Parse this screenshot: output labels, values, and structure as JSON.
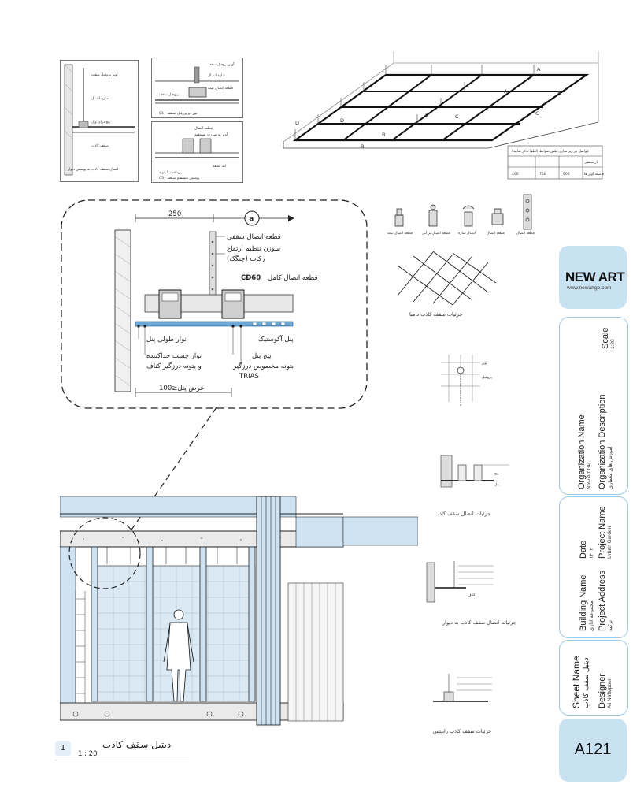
{
  "detail_a": {
    "dimension_top": "250",
    "section_marker": "a",
    "profile": "CD60",
    "dimension_bottom": "100≥عرض پنل",
    "labels": {
      "ceiling_connection": "قطعه اتصال سقفی",
      "adjust_needle": "سوزن تنظیم ارتفاع",
      "hook": "رکاب (چنگک)",
      "full_connection": "قطعه اتصال کامل",
      "acoustic_panel": "پنل آکوستیک",
      "long_strip": "نوار طولی پنل",
      "separator_tape": "نوار چسب جداکننده",
      "joint_filler": "و بتونه درزگیر کناف",
      "panel_screw": "پیچ پنل",
      "special_filler": "بتونه مخصوص درزگیر",
      "trias": "TRIAS"
    }
  },
  "captions": {
    "grid": "جزئیات سقف کاذب دامبا",
    "joint": "جزئیات اتصال سقف کاذب",
    "wall": "جزئیات اتصال سقف کاذب به دیوار",
    "corner": "جزئیات سقف کاذب رابیتس"
  },
  "iso": {
    "labels": [
      "A",
      "A",
      "B",
      "C",
      "C",
      "D",
      "D",
      "A",
      "B",
      "C"
    ],
    "note": "فواصل در زیر سازی طبق ضوابط (لطفا تذکر نمایید)",
    "table_header": [
      "بار سقفی",
      "فاصله آویز ها"
    ],
    "table_values": [
      "400",
      "750",
      "900"
    ]
  },
  "drawing": {
    "title": "دیتیل سقف کاذب",
    "number": "1",
    "scale": "1 : 20"
  },
  "title_block": {
    "logo": "NEW ART",
    "website": "www.newartgp.com",
    "organization_name_label": "Organization Name",
    "organization_name": "New Art GP",
    "organization_description_label": "Organization Description",
    "organization_description": "آموزش های معماری",
    "scale_label": "Scale",
    "scale_value": "1:20",
    "date_label": "Date",
    "date_value": "۱۴۰۲",
    "project_name_label": "Project Name",
    "project_name": "Urban Garden",
    "building_name_label": "Building Name",
    "building_name": "مجموعه اداری",
    "project_address_label": "Project Address",
    "project_address": "ترکیه",
    "sheet_name_label": "Sheet Name",
    "sheet_name": "دیتیل سقف کاذب",
    "designer_label": "Designer",
    "designer": "Ali Nafarpour",
    "sheet_number": "A121"
  },
  "colors": {
    "panel_blue": "#cfe3f2",
    "dark": "#1a1a1a",
    "ceiling_blue": "#6aa9d8"
  }
}
